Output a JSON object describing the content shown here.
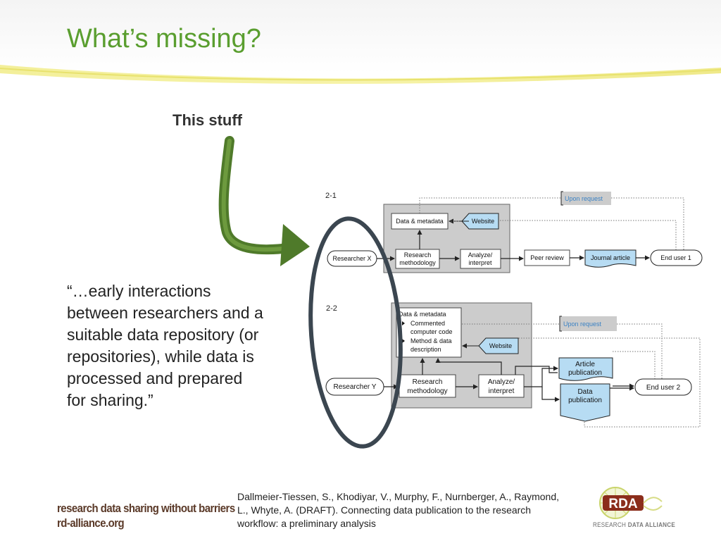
{
  "slide": {
    "title": "What’s missing?",
    "callout": "This stuff",
    "quote_lines": [
      "“…early interactions",
      "between researchers and a",
      "suitable data repository (or",
      "repositories), while data is",
      "processed and prepared",
      "for sharing.”"
    ],
    "citation_lines": [
      "Dallmeier-Tiessen, S., Khodiyar, V., Murphy, F., Nurnberger, A., Raymond,",
      "L., Whyte, A. (DRAFT). Connecting data publication to the research",
      "workflow: a preliminary analysis"
    ],
    "footer": {
      "line1": "research data sharing without barriers",
      "line2": "rd-alliance.org",
      "logo_text": "RDA",
      "logo_caption_a": "RESEARCH ",
      "logo_caption_b": "DATA ALLIANCE"
    },
    "colors": {
      "title_green": "#5a9e2f",
      "arrow_green": "#4f7a2a",
      "oval_stroke": "#3b4650",
      "process_box": "#cccccc",
      "blue_node": "#b7dcf3"
    }
  },
  "diagram": {
    "d1": {
      "label": "2-1",
      "data_metadata": "Data & metadata",
      "website": "Website",
      "upon_request": "Upon request",
      "researcher": "Researcher X",
      "methodology": [
        "Research",
        "methodology"
      ],
      "analyze": [
        "Analyze/",
        "interpret"
      ],
      "peer_review": "Peer review",
      "journal": "Journal article",
      "end_user": "End user 1"
    },
    "d2": {
      "label": "2-2",
      "data_metadata": "Data & metadata",
      "bullets": [
        "Commented",
        "computer code",
        "Method & data",
        "description"
      ],
      "website": "Website",
      "upon_request": "Upon request",
      "researcher": "Researcher Y",
      "methodology": [
        "Research",
        "methodology"
      ],
      "analyze": [
        "Analyze/",
        "interpret"
      ],
      "article_pub": [
        "Article",
        "publication"
      ],
      "data_pub": [
        "Data",
        "publication"
      ],
      "end_user": "End user 2"
    }
  }
}
